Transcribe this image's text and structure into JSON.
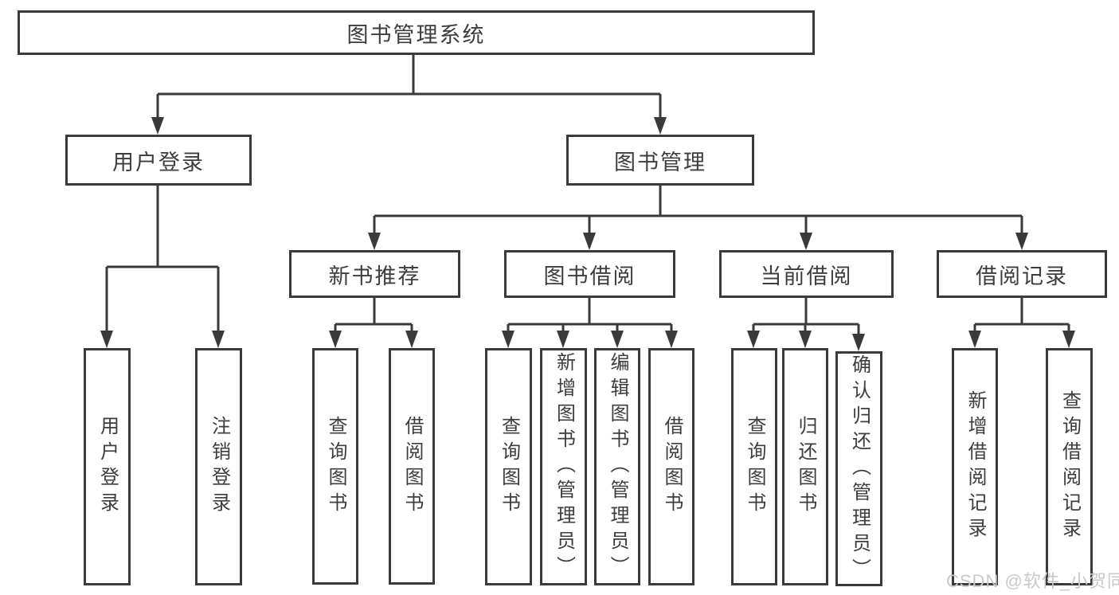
{
  "nodes": {
    "root": "图书管理系统",
    "user_login": "用户登录",
    "book_mgmt": "图书管理",
    "new_book_rec": "新书推荐",
    "book_borrow": "图书借阅",
    "current_borrow": "当前借阅",
    "borrow_records": "借阅记录",
    "leaf_user_login": "用户登录",
    "leaf_logout": "注销登录",
    "leaf_rec_query_book": "查询图书",
    "leaf_rec_borrow_book": "借阅图书",
    "leaf_bb_query_book": "查询图书",
    "leaf_bb_add_book": "新增图书（管理员）",
    "leaf_bb_edit_book": "编辑图书（管理员）",
    "leaf_bb_borrow_book": "借阅图书",
    "leaf_cb_query_book": "查询图书",
    "leaf_cb_return_book": "归还图书",
    "leaf_cb_confirm_return": "确认归还（管理员）",
    "leaf_br_add_record": "新增借阅记录",
    "leaf_br_query_record": "查询借阅记录"
  },
  "watermark": "CSDN @软件_小贺同学",
  "colors": {
    "line": "#3a3a3a",
    "text": "#3d3d3d",
    "watermark": "#c9c9c9"
  }
}
